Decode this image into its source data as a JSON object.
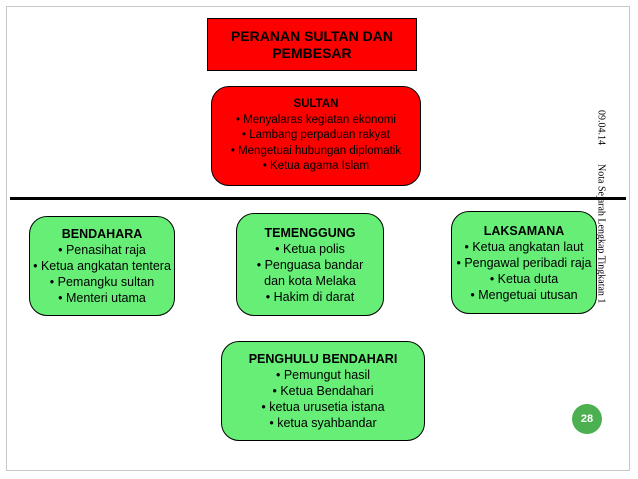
{
  "title": "PERANAN SULTAN DAN PEMBESAR",
  "sultan": {
    "head": "SULTAN",
    "items": [
      "• Menyalaras kegiatan ekonomi",
      "• Lambang perpaduan rakyat",
      "• Mengetuai hubungan diplomatik",
      "• Ketua agama Islam"
    ]
  },
  "bendahara": {
    "head": "BENDAHARA",
    "items": [
      "• Penasihat raja",
      "• Ketua angkatan tentera",
      "• Pemangku sultan",
      "• Menteri utama"
    ]
  },
  "temenggung": {
    "head": "TEMENGGUNG",
    "items": [
      "• Ketua polis",
      "• Penguasa bandar",
      "dan kota Melaka",
      "• Hakim di darat"
    ]
  },
  "laksamana": {
    "head": "LAKSAMANA",
    "items": [
      "• Ketua angkatan laut",
      "• Pengawal peribadi raja",
      "• Ketua duta",
      "• Mengetuai utusan"
    ]
  },
  "penghulu": {
    "head": "PENGHULU BENDAHARI",
    "items": [
      "• Pemungut hasil",
      "• Ketua Bendahari",
      "• ketua urusetia istana",
      "• ketua syahbandar"
    ]
  },
  "footer": {
    "date": "09.04.14",
    "note": "Nota Sejarah Lengkap Tingkatan 1",
    "page": "28"
  },
  "colors": {
    "red": "#ff0000",
    "green": "#66ee77",
    "badge": "#4caf50"
  }
}
